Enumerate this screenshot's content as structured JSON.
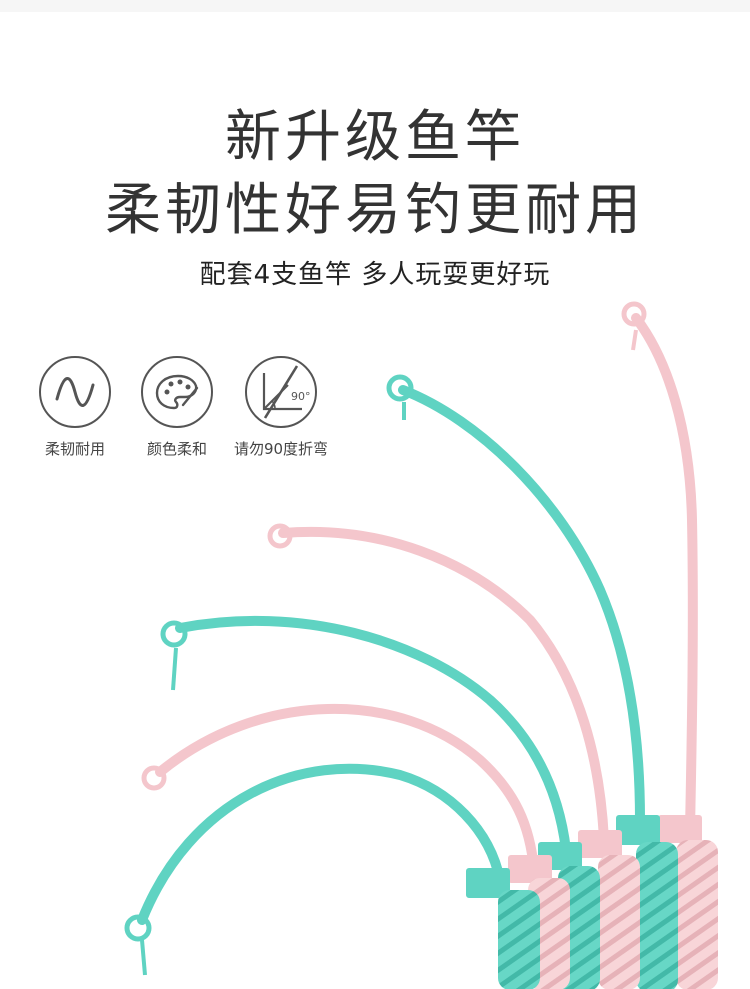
{
  "headline": {
    "line1": "新升级鱼竿",
    "line2": "柔韧性好易钓更耐用"
  },
  "subheadline": "配套4支鱼竿 多人玩耍更好玩",
  "features": [
    {
      "icon": "wave-icon",
      "label": "柔韧耐用"
    },
    {
      "icon": "palette-icon",
      "label": "颜色柔和"
    },
    {
      "icon": "no-bend-90-icon",
      "label": "请勿90度折弯",
      "angle_text": "90°"
    }
  ],
  "colors": {
    "text": "#333333",
    "teal": "#5fd3c2",
    "pink": "#f4c6cc",
    "icon_stroke": "#555555"
  }
}
